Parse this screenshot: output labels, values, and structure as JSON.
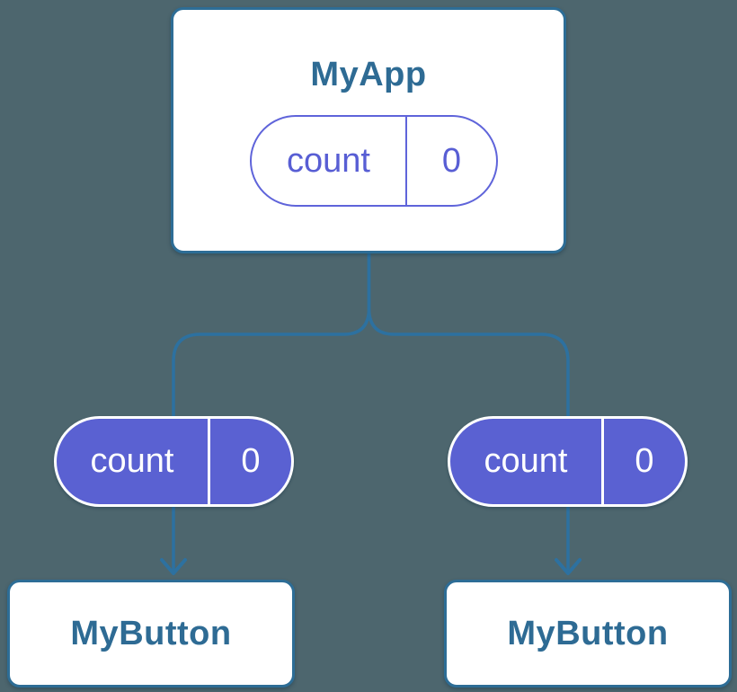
{
  "colors": {
    "background": "#4D666E",
    "component_border": "#2D6D96",
    "component_text": "#2E6B94",
    "connector": "#2D71A0",
    "state_pill_fill": "#5A61D2",
    "state_pill_outline": "#5F64DA",
    "state_text_on_white": "#585ED4",
    "state_text_on_fill": "#FFFFFF"
  },
  "tree": {
    "root": {
      "label": "MyApp",
      "state_pill": {
        "name": "count",
        "value": "0"
      }
    },
    "children": [
      {
        "label": "MyButton",
        "prop_pill": {
          "name": "count",
          "value": "0"
        }
      },
      {
        "label": "MyButton",
        "prop_pill": {
          "name": "count",
          "value": "0"
        }
      }
    ]
  }
}
